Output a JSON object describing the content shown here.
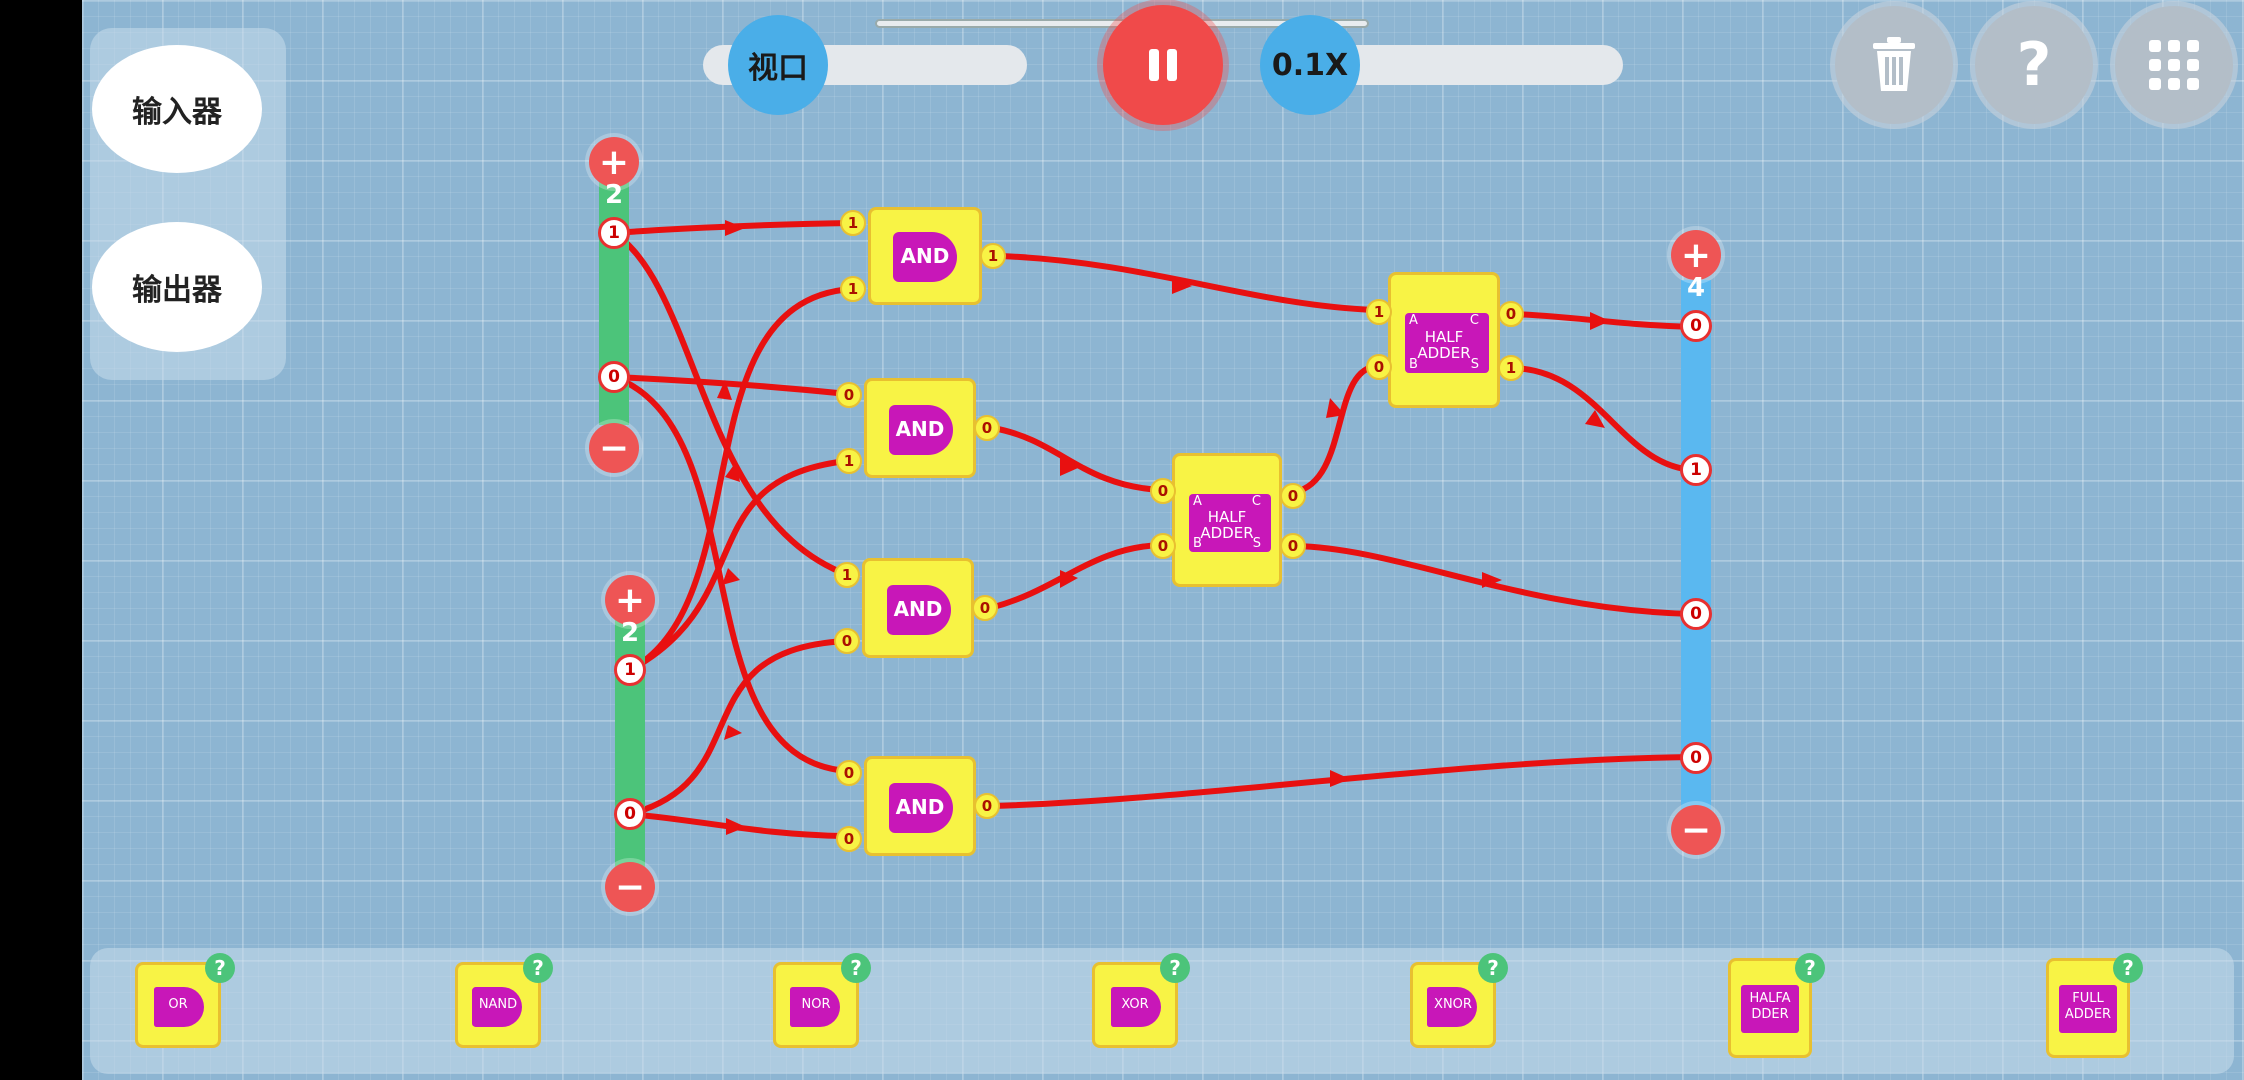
{
  "left_panel": {
    "input_label": "输入器",
    "output_label": "输出器"
  },
  "toolbar": {
    "view_label": "视口",
    "speed_label": "0.1X",
    "pause_icon": "pause-icon",
    "trash_icon": "trash-icon",
    "help_icon_label": "?",
    "menu_icon": "grid-menu-icon"
  },
  "input_bus_1": {
    "count": "2",
    "bits": [
      "1",
      "0"
    ]
  },
  "input_bus_2": {
    "count": "2",
    "bits": [
      "1",
      "0"
    ]
  },
  "output_bus": {
    "count": "4",
    "bits": [
      "0",
      "1",
      "0",
      "0"
    ]
  },
  "and_gates": [
    {
      "label": "AND",
      "in1": "1",
      "in2": "1",
      "out": "1"
    },
    {
      "label": "AND",
      "in1": "0",
      "in2": "1",
      "out": "0"
    },
    {
      "label": "AND",
      "in1": "1",
      "in2": "0",
      "out": "0"
    },
    {
      "label": "AND",
      "in1": "0",
      "in2": "0",
      "out": "0"
    }
  ],
  "half_adders": [
    {
      "line1": "HALF",
      "line2": "ADDER",
      "a": "A",
      "b": "B",
      "c": "C",
      "s": "S",
      "in_a": "0",
      "in_b": "0",
      "out_c": "0",
      "out_s": "0"
    },
    {
      "line1": "HALF",
      "line2": "ADDER",
      "a": "A",
      "b": "B",
      "c": "C",
      "s": "S",
      "in_a": "1",
      "in_b": "0",
      "out_c": "0",
      "out_s": "1"
    }
  ],
  "tray": [
    {
      "label": "OR",
      "help": "?"
    },
    {
      "label": "NAND",
      "help": "?"
    },
    {
      "label": "NOR",
      "help": "?"
    },
    {
      "label": "XOR",
      "help": "?"
    },
    {
      "label": "XNOR",
      "help": "?"
    },
    {
      "label": "HALFA DDER",
      "help": "?"
    },
    {
      "label": "FULL ADDER",
      "help": "?"
    }
  ],
  "colors": {
    "wire": "#e81010",
    "gate_body": "#f8f345",
    "gate_core": "#c817b8",
    "input_bus": "#4cc47a",
    "output_bus": "#5ab8f0",
    "pause": "#f04a4a"
  }
}
